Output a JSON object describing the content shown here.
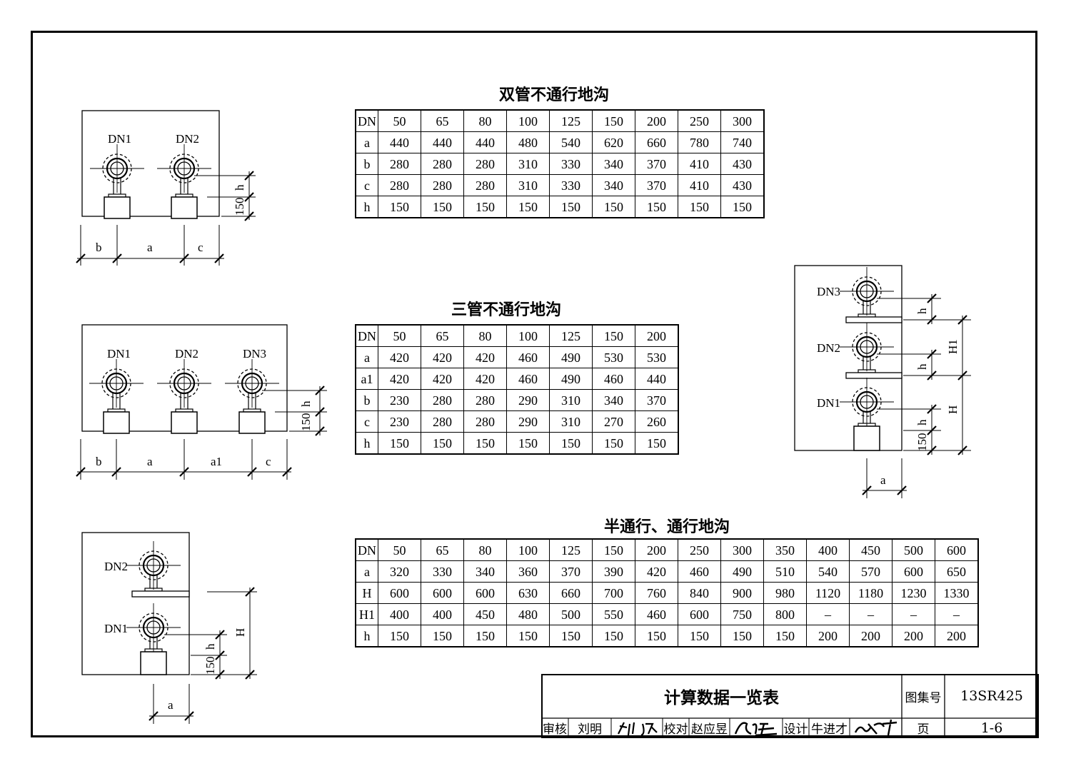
{
  "sheet": {
    "title": "计算数据一览表",
    "atlas_label": "图集号",
    "atlas_no": "13SR425",
    "page_label": "页",
    "page_no": "1-6",
    "review_label": "审核",
    "reviewer": "刘明",
    "check_label": "校对",
    "checker": "赵应昱",
    "design_label": "设计",
    "designer": "牛进才"
  },
  "tables": {
    "double": {
      "title": "双管不通行地沟",
      "rows": [
        [
          "DN",
          "50",
          "65",
          "80",
          "100",
          "125",
          "150",
          "200",
          "250",
          "300"
        ],
        [
          "a",
          "440",
          "440",
          "440",
          "480",
          "540",
          "620",
          "660",
          "780",
          "740"
        ],
        [
          "b",
          "280",
          "280",
          "280",
          "310",
          "330",
          "340",
          "370",
          "410",
          "430"
        ],
        [
          "c",
          "280",
          "280",
          "280",
          "310",
          "330",
          "340",
          "370",
          "410",
          "430"
        ],
        [
          "h",
          "150",
          "150",
          "150",
          "150",
          "150",
          "150",
          "150",
          "150",
          "150"
        ]
      ]
    },
    "triple": {
      "title": "三管不通行地沟",
      "rows": [
        [
          "DN",
          "50",
          "65",
          "80",
          "100",
          "125",
          "150",
          "200"
        ],
        [
          "a",
          "420",
          "420",
          "420",
          "460",
          "490",
          "530",
          "530"
        ],
        [
          "a1",
          "420",
          "420",
          "420",
          "460",
          "490",
          "460",
          "440"
        ],
        [
          "b",
          "230",
          "280",
          "280",
          "290",
          "310",
          "340",
          "370"
        ],
        [
          "c",
          "230",
          "280",
          "280",
          "290",
          "310",
          "270",
          "260"
        ],
        [
          "h",
          "150",
          "150",
          "150",
          "150",
          "150",
          "150",
          "150"
        ]
      ]
    },
    "walk": {
      "title": "半通行、通行地沟",
      "rows": [
        [
          "DN",
          "50",
          "65",
          "80",
          "100",
          "125",
          "150",
          "200",
          "250",
          "300",
          "350",
          "400",
          "450",
          "500",
          "600"
        ],
        [
          "a",
          "320",
          "330",
          "340",
          "360",
          "370",
          "390",
          "420",
          "460",
          "490",
          "510",
          "540",
          "570",
          "600",
          "650"
        ],
        [
          "H",
          "600",
          "600",
          "600",
          "630",
          "660",
          "700",
          "760",
          "840",
          "900",
          "980",
          "1120",
          "1180",
          "1230",
          "1330"
        ],
        [
          "H1",
          "400",
          "400",
          "450",
          "480",
          "500",
          "550",
          "460",
          "600",
          "750",
          "800",
          "–",
          "–",
          "–",
          "–"
        ],
        [
          "h",
          "150",
          "150",
          "150",
          "150",
          "150",
          "150",
          "150",
          "150",
          "150",
          "150",
          "200",
          "200",
          "200",
          "200"
        ]
      ]
    }
  },
  "diagrams": {
    "double": {
      "pipes": [
        "DN1",
        "DN2"
      ],
      "dims": [
        "b",
        "a",
        "c"
      ],
      "height_labels": [
        "h",
        "150"
      ]
    },
    "triple": {
      "pipes": [
        "DN1",
        "DN2",
        "DN3"
      ],
      "dims": [
        "b",
        "a",
        "a1",
        "c"
      ],
      "height_labels": [
        "h",
        "150"
      ]
    },
    "stacked_three": {
      "pipes": [
        "DN3",
        "DN2",
        "DN1"
      ],
      "height_labels": [
        "h",
        "h",
        "H1",
        "H",
        "h",
        "150"
      ],
      "dims": [
        "a"
      ]
    },
    "stacked_two": {
      "pipes": [
        "DN2",
        "DN1"
      ],
      "height_labels": [
        "H",
        "h",
        "150"
      ],
      "dims": [
        "a"
      ]
    }
  }
}
